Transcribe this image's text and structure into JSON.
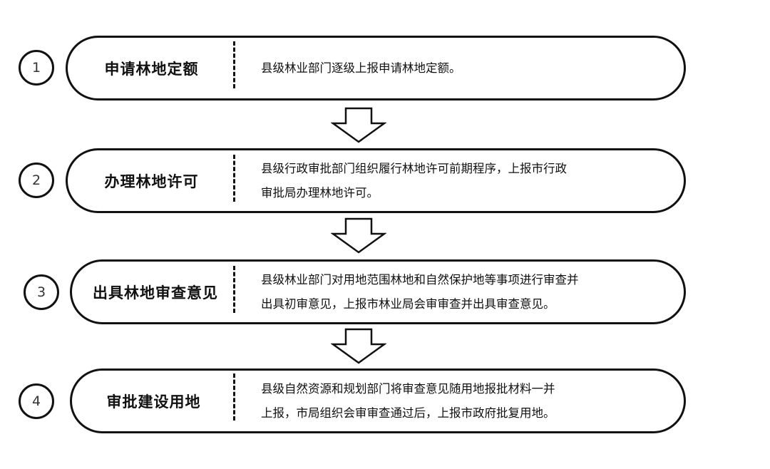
{
  "steps": [
    {
      "number": "1",
      "title": "申请林地定额",
      "desc": [
        "县级林业部门逐级上报申请林地定额。"
      ]
    },
    {
      "number": "2",
      "title": "办理林地许可",
      "desc": [
        "县级行政审批部门组织履行林地许可前期程序，上报市行政",
        "审批局办理林地许可。"
      ]
    },
    {
      "number": "3",
      "title": "出具林地审查意见",
      "desc": [
        "县级林业部门对用地范围林地和自然保护地等事项进行审查并",
        "出具初审意见，上报市林业局会审审查并出具审查意见。"
      ]
    },
    {
      "number": "4",
      "title": "审批建设用地",
      "desc": [
        "县级自然资源和规划部门将审查意见随用地报批材料一并",
        "上报，市局组织会审审查通过后，上报市政府批复用地。"
      ]
    }
  ]
}
